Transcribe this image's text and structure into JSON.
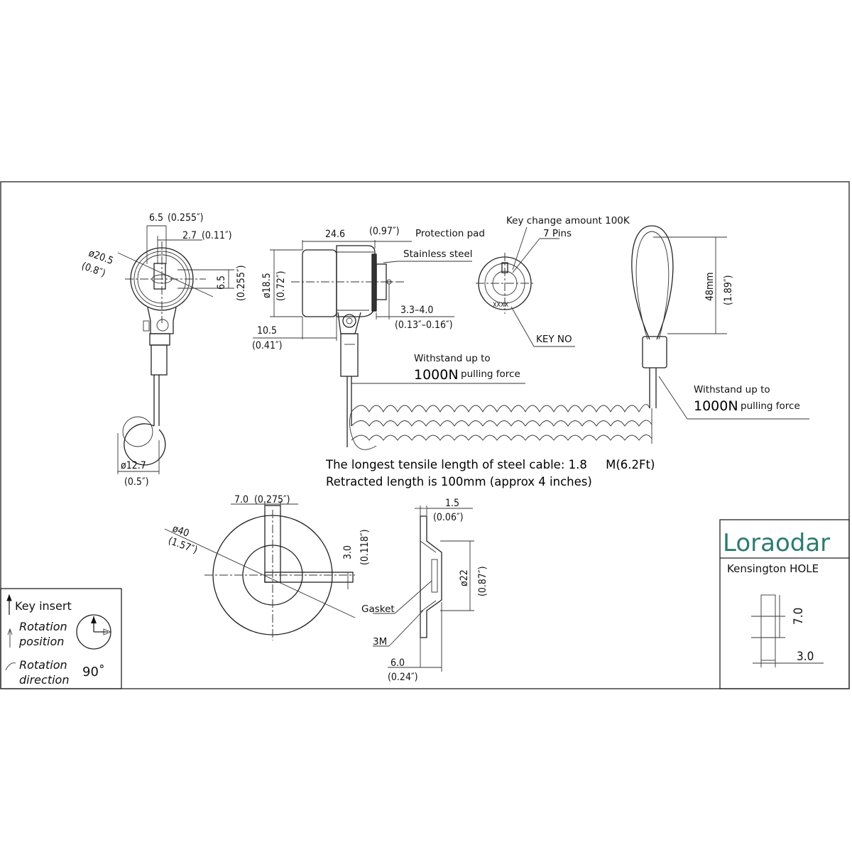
{
  "top_view": {
    "dim_width": "6.5",
    "dim_width_in": "(0.255″)",
    "dim_offset": "2.7",
    "dim_offset_in": "(0.11″)",
    "dim_dia": "ø20.5",
    "dim_dia_in": "(0.8″)",
    "dim_height": "6.5",
    "dim_height_in": "(0.255″)",
    "dim_loop": "ø12.7",
    "dim_loop_in": "(0.5″)"
  },
  "side_view": {
    "dim_length": "24.6",
    "dim_length_in": "(0.97″)",
    "protection_pad": "Protection pad",
    "stainless_steel": "Stainless steel",
    "dim_dia": "ø18.5",
    "dim_dia_in": "(0.72″)",
    "dim_pin": "3.3–4.0",
    "dim_pin_in": "(0.13″–0.16″)",
    "dim_offset": "10.5",
    "dim_offset_in": "(0.41″)",
    "withstand": "Withstand up to",
    "force_value": "1000N",
    "force_text": "pulling force"
  },
  "key_view": {
    "key_change": "Key change amount 100K",
    "pins": "7 Pins",
    "key_no": "KEY NO",
    "xs": "XXXX"
  },
  "loop_view": {
    "dim_height": "48mm",
    "dim_height_in": "(1.89″)",
    "withstand": "Withstand up to",
    "force_value": "1000N",
    "force_text": "pulling force"
  },
  "notes": {
    "tensile": "The longest tensile length of steel cable: 1.8     M(6.2Ft)",
    "retracted": "Retracted length is 100mm (approx 4 inches)"
  },
  "plate_front": {
    "dim_slot": "7.0",
    "dim_slot_in": "(0.275″)",
    "dim_dia": "ø40",
    "dim_dia_in": "(1.57″)",
    "dim_gap": "3.0",
    "dim_gap_in": "(0.118″)"
  },
  "plate_side": {
    "dim_thick": "1.5",
    "dim_thick_in": "(0.06″)",
    "dim_dia": "ø22",
    "dim_dia_in": "(0.87″)",
    "gasket": "Gasket",
    "tape": "3M",
    "dim_depth": "6.0",
    "dim_depth_in": "(0.24″)"
  },
  "legend": {
    "key_insert": "Key insert",
    "rotation_position_1": "Rotation",
    "rotation_position_2": "position",
    "rotation_direction_1": "Rotation",
    "rotation_direction_2": "direction",
    "angle": "90˚"
  },
  "title_block": {
    "brand": "Loraodar",
    "subtitle": "Kensington HOLE",
    "dim_h": "7.0",
    "dim_w": "3.0",
    "brand_color": "#2a7d6e",
    "brand_dark": "#1d4a63"
  }
}
